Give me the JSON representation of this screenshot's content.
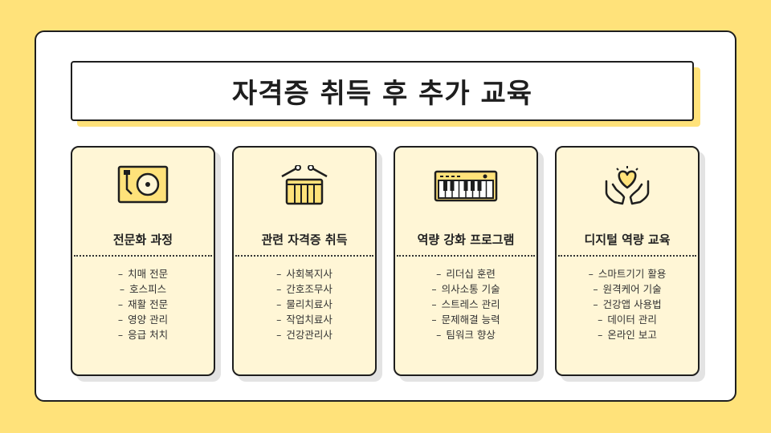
{
  "title": "자격증 취득 후 추가 교육",
  "colors": {
    "background": "#FFE27A",
    "card_fill": "#FFF6D6",
    "accent": "#FFE27A",
    "outline": "#1E1E1E"
  },
  "cards": [
    {
      "icon": "turntable-icon",
      "heading": "전문화 과정",
      "items": [
        "치매 전문",
        "호스피스",
        "재활 전문",
        "영양 관리",
        "응급 처치"
      ]
    },
    {
      "icon": "drum-icon",
      "heading": "관련 자격증 취득",
      "items": [
        "사회복지사",
        "간호조무사",
        "물리치료사",
        "작업치료사",
        "건강관리사"
      ]
    },
    {
      "icon": "keyboard-icon",
      "heading": "역량 강화 프로그램",
      "items": [
        "리더십 훈련",
        "의사소통 기술",
        "스트레스 관리",
        "문제해결 능력",
        "팀워크 향상"
      ]
    },
    {
      "icon": "heart-hands-icon",
      "heading": "디지털 역량 교육",
      "items": [
        "스마트기기 활용",
        "원격케어 기술",
        "건강앱 사용법",
        "데이터 관리",
        "온라인 보고"
      ]
    }
  ]
}
